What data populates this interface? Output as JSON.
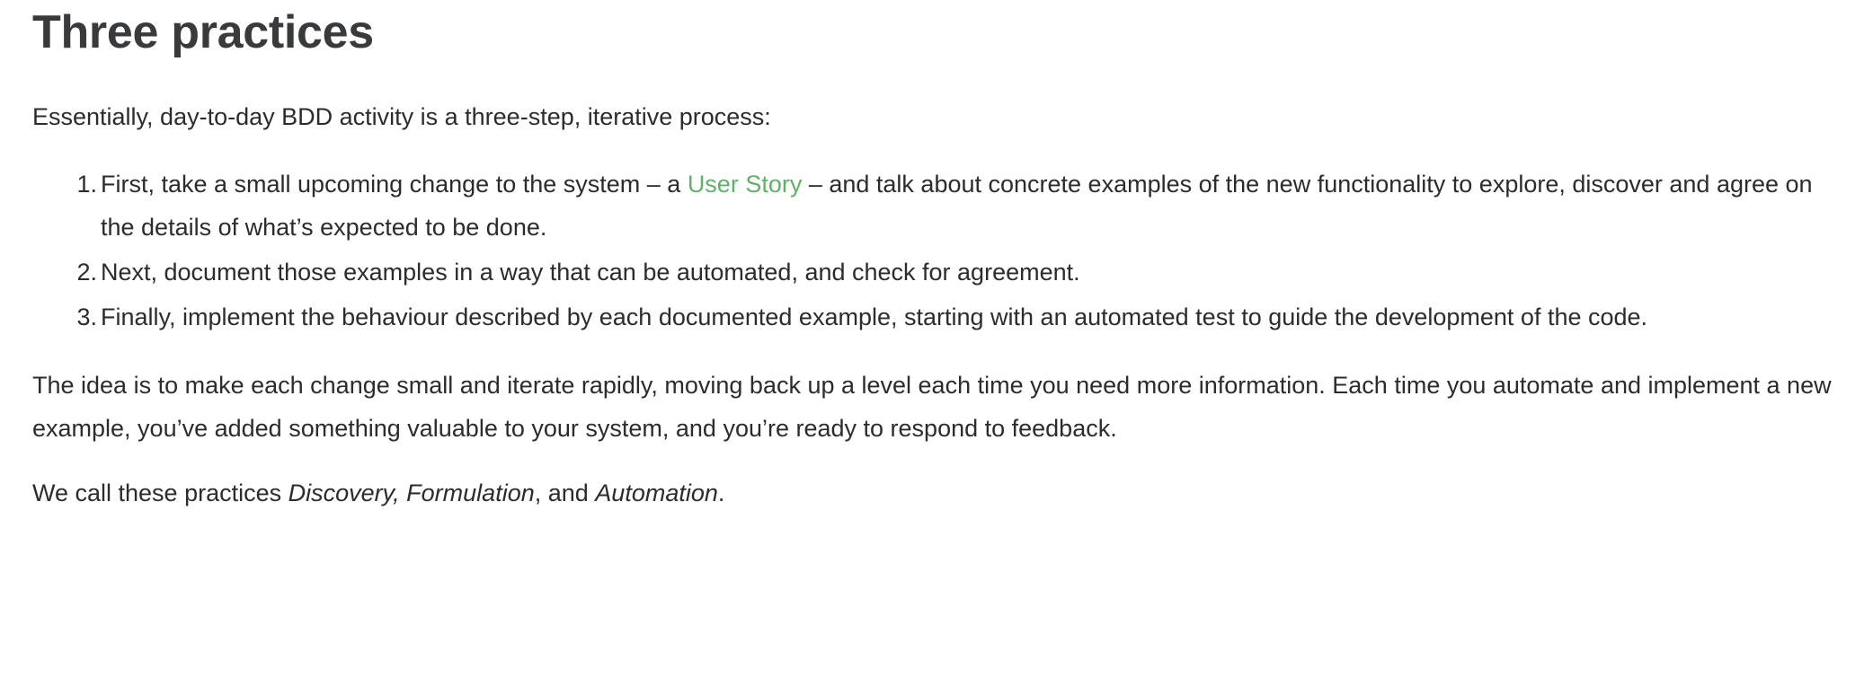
{
  "article": {
    "title": "Three practices",
    "intro": "Essentially, day-to-day BDD activity is a three-step, iterative process:",
    "steps": [
      {
        "lead": "First, take a small upcoming change to the system – a ",
        "link": "User Story",
        "rest": " – and talk about concrete examples of the new functionality to explore, discover and agree on the details of what’s expected to be done."
      },
      {
        "lead": "Next, document those examples in a way that can be automated, and check for agreement.",
        "link": "",
        "rest": ""
      },
      {
        "lead": "Finally, implement the behaviour described by each documented example, starting with an automated test to guide the development of the code.",
        "link": "",
        "rest": ""
      }
    ],
    "paragraph_after_list": "The idea is to make each change small and iterate rapidly, moving back up a level each time you need more information. Each time you automate and implement a new example, you’ve added something valuable to your system, and you’re ready to respond to feedback.",
    "closing": {
      "before": "We call these practices ",
      "term_one": "Discovery",
      "separator_one": ", ",
      "term_two": "Formulation",
      "separator_two": ", and ",
      "term_three": "Automation",
      "end": "."
    }
  },
  "colors": {
    "heading": "#383a3b",
    "body": "#2b2c2e",
    "link_green": "#62b168",
    "background": "#ffffff"
  }
}
